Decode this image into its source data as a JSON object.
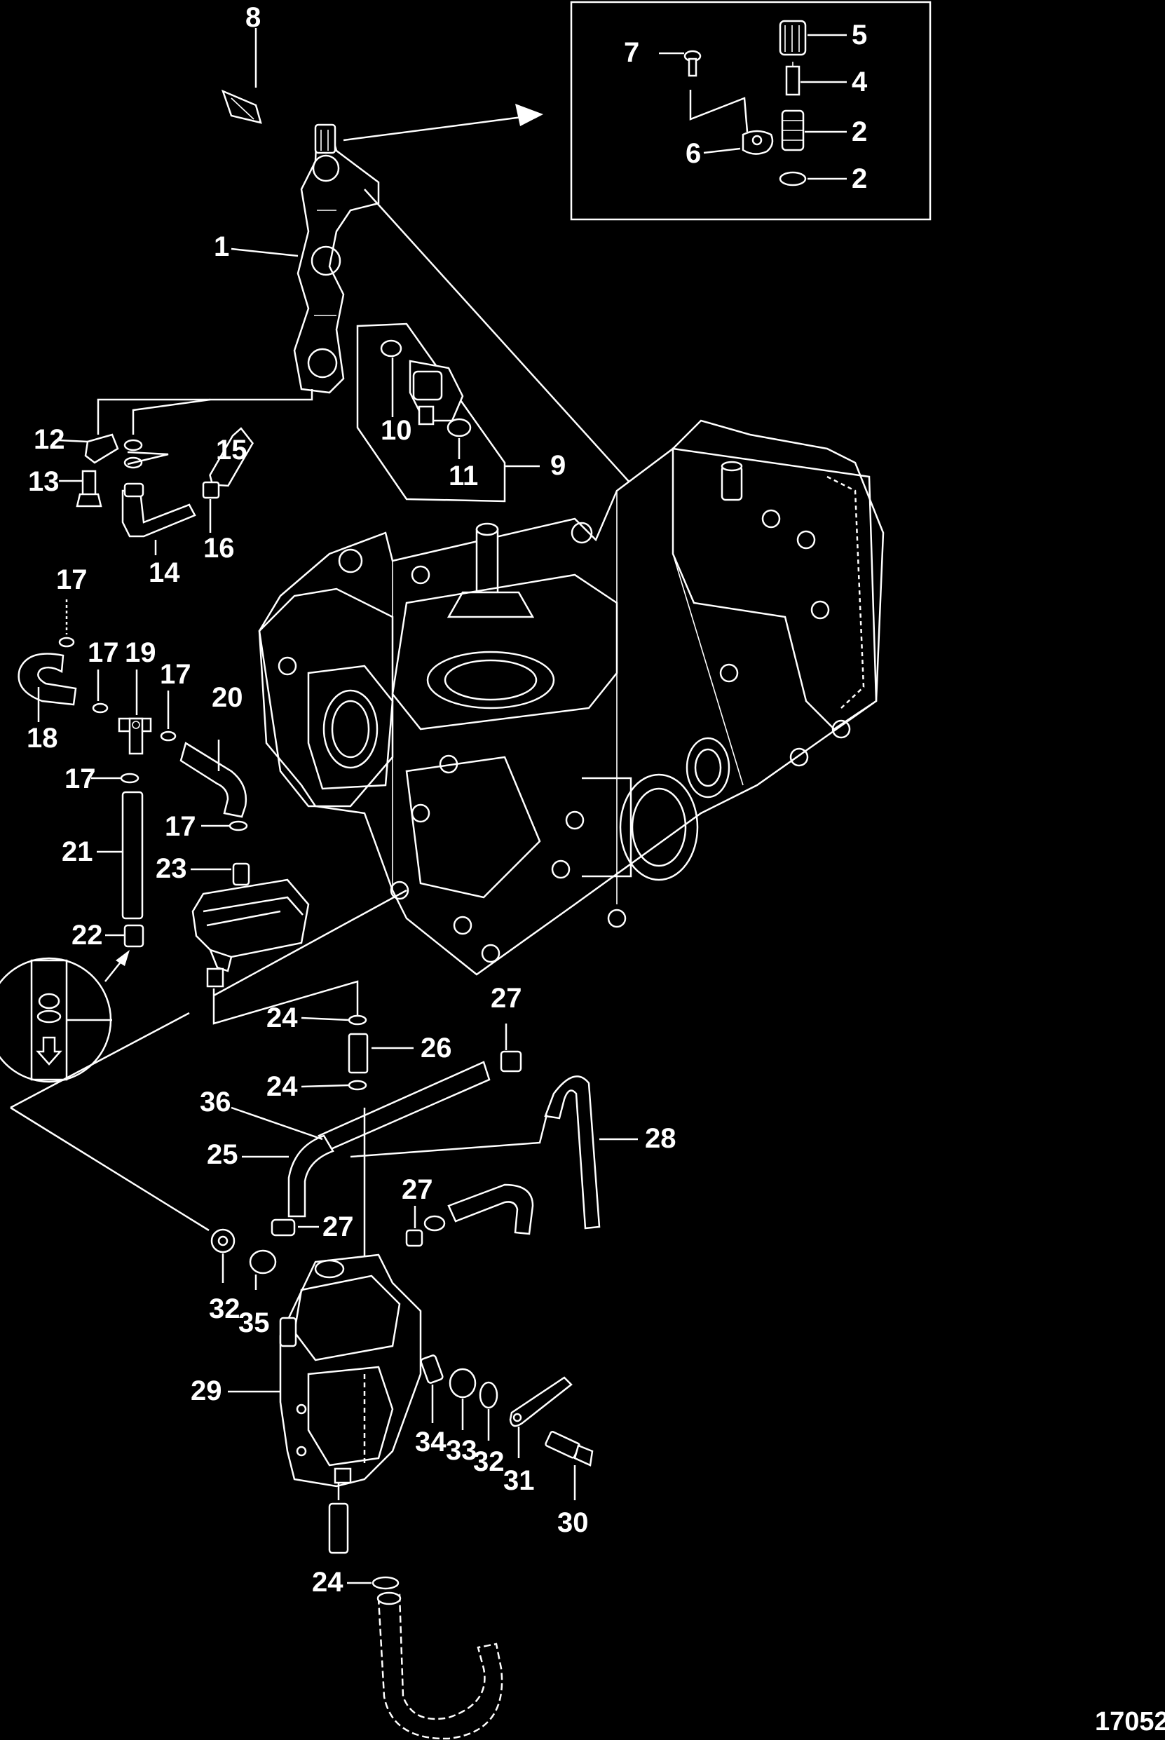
{
  "figure_number": "17052",
  "callouts": {
    "c1": "1",
    "c2a": "2",
    "c2b": "2",
    "c4": "4",
    "c5": "5",
    "c6": "6",
    "c7": "7",
    "c8": "8",
    "c9": "9",
    "c10": "10",
    "c11": "11",
    "c12": "12",
    "c13": "13",
    "c14": "14",
    "c15": "15",
    "c16": "16",
    "c17a": "17",
    "c17b": "17",
    "c17c": "17",
    "c17d": "17",
    "c17e": "17",
    "c18": "18",
    "c19": "19",
    "c20": "20",
    "c21": "21",
    "c22": "22",
    "c23": "23",
    "c24a": "24",
    "c24b": "24",
    "c24c": "24",
    "c25": "25",
    "c26": "26",
    "c27a": "27",
    "c27b": "27",
    "c27c": "27",
    "c28": "28",
    "c29": "29",
    "c30": "30",
    "c31": "31",
    "c32a": "32",
    "c32b": "32",
    "c33": "33",
    "c34": "34",
    "c35": "35",
    "c36": "36"
  },
  "colors": {
    "background": "#000000",
    "line": "#ffffff"
  }
}
